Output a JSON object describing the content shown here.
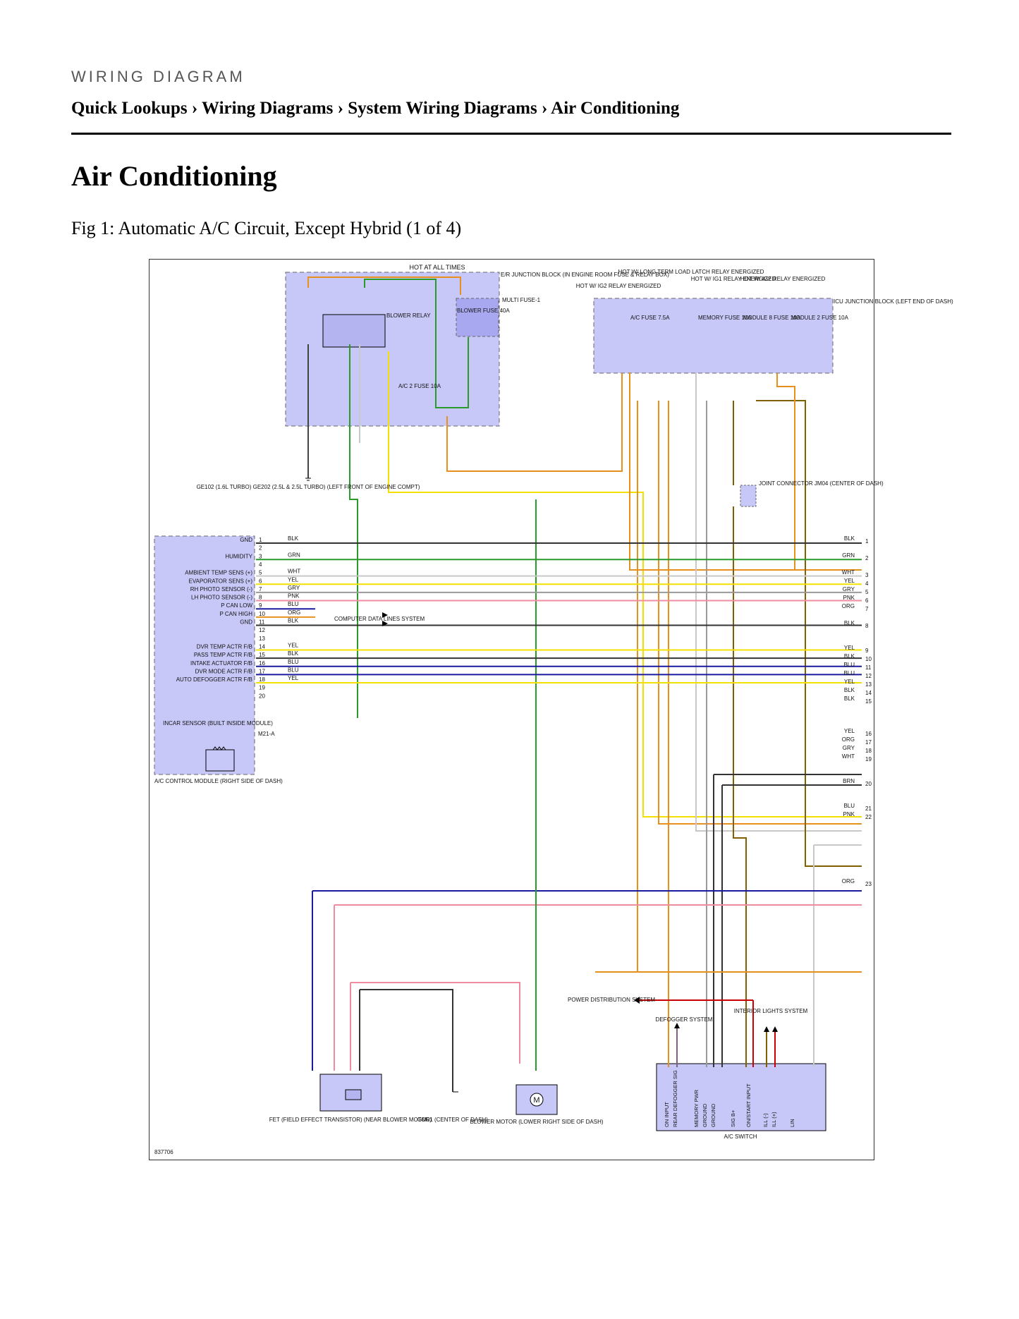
{
  "header": {
    "kicker": "WIRING DIAGRAM",
    "breadcrumb": "Quick Lookups › Wiring Diagrams › System Wiring Diagrams › Air Conditioning",
    "title": "Air Conditioning",
    "figure_caption": "Fig 1: Automatic A/C Circuit, Except Hybrid (1 of 4)"
  },
  "colors": {
    "box": "#c8c8f8",
    "box_stroke": "#666",
    "ORG": "#e8901c",
    "GRN": "#2a9a2a",
    "YEL": "#f2e000",
    "WHT": "#c8c8c8",
    "GRY": "#9a9a9a",
    "PNK": "#f08ca0",
    "BLU": "#1a1aa0",
    "BLK": "#333333",
    "BRN": "#806000",
    "RED": "#cc0000",
    "BLKWHT": "#444444"
  },
  "diagram": {
    "figure_id": "837706",
    "hot_labels": [
      "HOT AT ALL TIMES",
      "HOT W/ IG2 RELAY ENERGIZED",
      "HOT W/ LONG TERM LOAD LATCH RELAY ENERGIZED",
      "HOT W/ IG1 RELAY ENERGIZED",
      "HOT W/ IG2 RELAY ENERGIZED"
    ],
    "er_block": "E/R JUNCTION BLOCK (IN ENGINE ROOM FUSE & RELAY BOX)",
    "icu_block": "ICU JUNCTION BLOCK (LEFT END OF DASH)",
    "blower_relay": "BLOWER RELAY",
    "blower_fuse": "BLOWER FUSE 40A",
    "multi_fuse": "MULTI FUSE-1",
    "ac2_fuse": "A/C 2 FUSE 10A",
    "ac_fuse": "A/C FUSE 7.5A",
    "memory_fuse": "MEMORY FUSE 10A",
    "module8_fuse": "MODULE 8 FUSE 10A",
    "module2_fuse": "MODULE 2 FUSE 10A",
    "ground_ge": "GE102 (1.6L TURBO) GE202 (2.5L & 2.5L TURBO) (LEFT FRONT OF ENGINE COMPT)",
    "joint_connector": "JOINT CONNECTOR JM04 (CENTER OF DASH)",
    "module_name": "A/C CONTROL MODULE (RIGHT SIDE OF DASH)",
    "incar_sensor": "INCAR SENSOR (BUILT INSIDE MODULE)",
    "connector_m21a": "M21-A",
    "computer_data": "COMPUTER DATA LINES SYSTEM",
    "pins": [
      {
        "num": "1",
        "label": "GND",
        "wire": "BLK",
        "out": "1"
      },
      {
        "num": "2",
        "label": "",
        "wire": "",
        "out": ""
      },
      {
        "num": "3",
        "label": "HUMIDITY",
        "wire": "GRN",
        "out": "2"
      },
      {
        "num": "4",
        "label": "",
        "wire": "",
        "out": ""
      },
      {
        "num": "5",
        "label": "AMBIENT TEMP SENS (+)",
        "wire": "WHT",
        "out": "3"
      },
      {
        "num": "6",
        "label": "EVAPORATOR SENS (+)",
        "wire": "YEL",
        "out": "4"
      },
      {
        "num": "7",
        "label": "RH PHOTO SENSOR (-)",
        "wire": "GRY",
        "out": "5"
      },
      {
        "num": "8",
        "label": "LH PHOTO SENSOR (-)",
        "wire": "PNK",
        "out": "6"
      },
      {
        "num": "9",
        "label": "P CAN LOW",
        "wire": "BLU",
        "out": ""
      },
      {
        "num": "10",
        "label": "P CAN HIGH",
        "wire": "ORG",
        "out": "7"
      },
      {
        "num": "11",
        "label": "GND",
        "wire": "BLK",
        "out": "8"
      },
      {
        "num": "12",
        "label": "",
        "wire": "",
        "out": ""
      },
      {
        "num": "13",
        "label": "",
        "wire": "",
        "out": ""
      },
      {
        "num": "14",
        "label": "DVR TEMP ACTR F/B",
        "wire": "YEL",
        "out": "9"
      },
      {
        "num": "15",
        "label": "PASS TEMP ACTR F/B",
        "wire": "BLK",
        "out": "10"
      },
      {
        "num": "16",
        "label": "INTAKE ACTUATOR F/B",
        "wire": "BLU",
        "out": "11"
      },
      {
        "num": "17",
        "label": "DVR MODE ACTR F/B",
        "wire": "BLU",
        "out": "12"
      },
      {
        "num": "18",
        "label": "AUTO DEFOGGER ACTR F/B",
        "wire": "YEL",
        "out": "13"
      },
      {
        "num": "19",
        "label": "",
        "wire": "",
        "out": ""
      },
      {
        "num": "20",
        "label": "",
        "wire": "",
        "out": ""
      }
    ],
    "right_outputs": [
      {
        "num": "1",
        "wire": "BLK"
      },
      {
        "num": "2",
        "wire": "GRN"
      },
      {
        "num": "3",
        "wire": "WHT"
      },
      {
        "num": "4",
        "wire": "YEL"
      },
      {
        "num": "5",
        "wire": "GRY"
      },
      {
        "num": "6",
        "wire": "PNK"
      },
      {
        "num": "7",
        "wire": "ORG"
      },
      {
        "num": "8",
        "wire": "BLK"
      },
      {
        "num": "9",
        "wire": "YEL"
      },
      {
        "num": "10",
        "wire": "BLK"
      },
      {
        "num": "11",
        "wire": "BLU"
      },
      {
        "num": "12",
        "wire": "BLU"
      },
      {
        "num": "13",
        "wire": "YEL"
      },
      {
        "num": "14",
        "wire": "BLK"
      },
      {
        "num": "15",
        "wire": "BLK"
      },
      {
        "num": "16",
        "wire": "YEL"
      },
      {
        "num": "17",
        "wire": "ORG"
      },
      {
        "num": "18",
        "wire": "GRY"
      },
      {
        "num": "19",
        "wire": "WHT"
      },
      {
        "num": "20",
        "wire": "BRN"
      },
      {
        "num": "21",
        "wire": "BLU"
      },
      {
        "num": "22",
        "wire": "PNK"
      },
      {
        "num": "23",
        "wire": "ORG"
      }
    ],
    "fet": "FET (FIELD EFFECT TRANSISTOR) (NEAR BLOWER MOTOR)",
    "gm01": "GM01 (CENTER OF DASH)",
    "blower_motor": "BLOWER MOTOR (LOWER RIGHT SIDE OF DASH)",
    "ac_switch": "A/C SWITCH",
    "power_dist": "POWER DISTRIBUTION SYSTEM",
    "defogger_sys": "DEFOGGER SYSTEM",
    "interior_lights": "INTERIOR LIGHTS SYSTEM",
    "switch_pins": [
      "ON INPUT",
      "REAR DEFOGGER SIG",
      "MEMORY PWR",
      "GROUND",
      "GROUND",
      "SIG B+",
      "ON/START INPUT",
      "ILL (-)",
      "ILL (+)",
      "LIN"
    ]
  }
}
